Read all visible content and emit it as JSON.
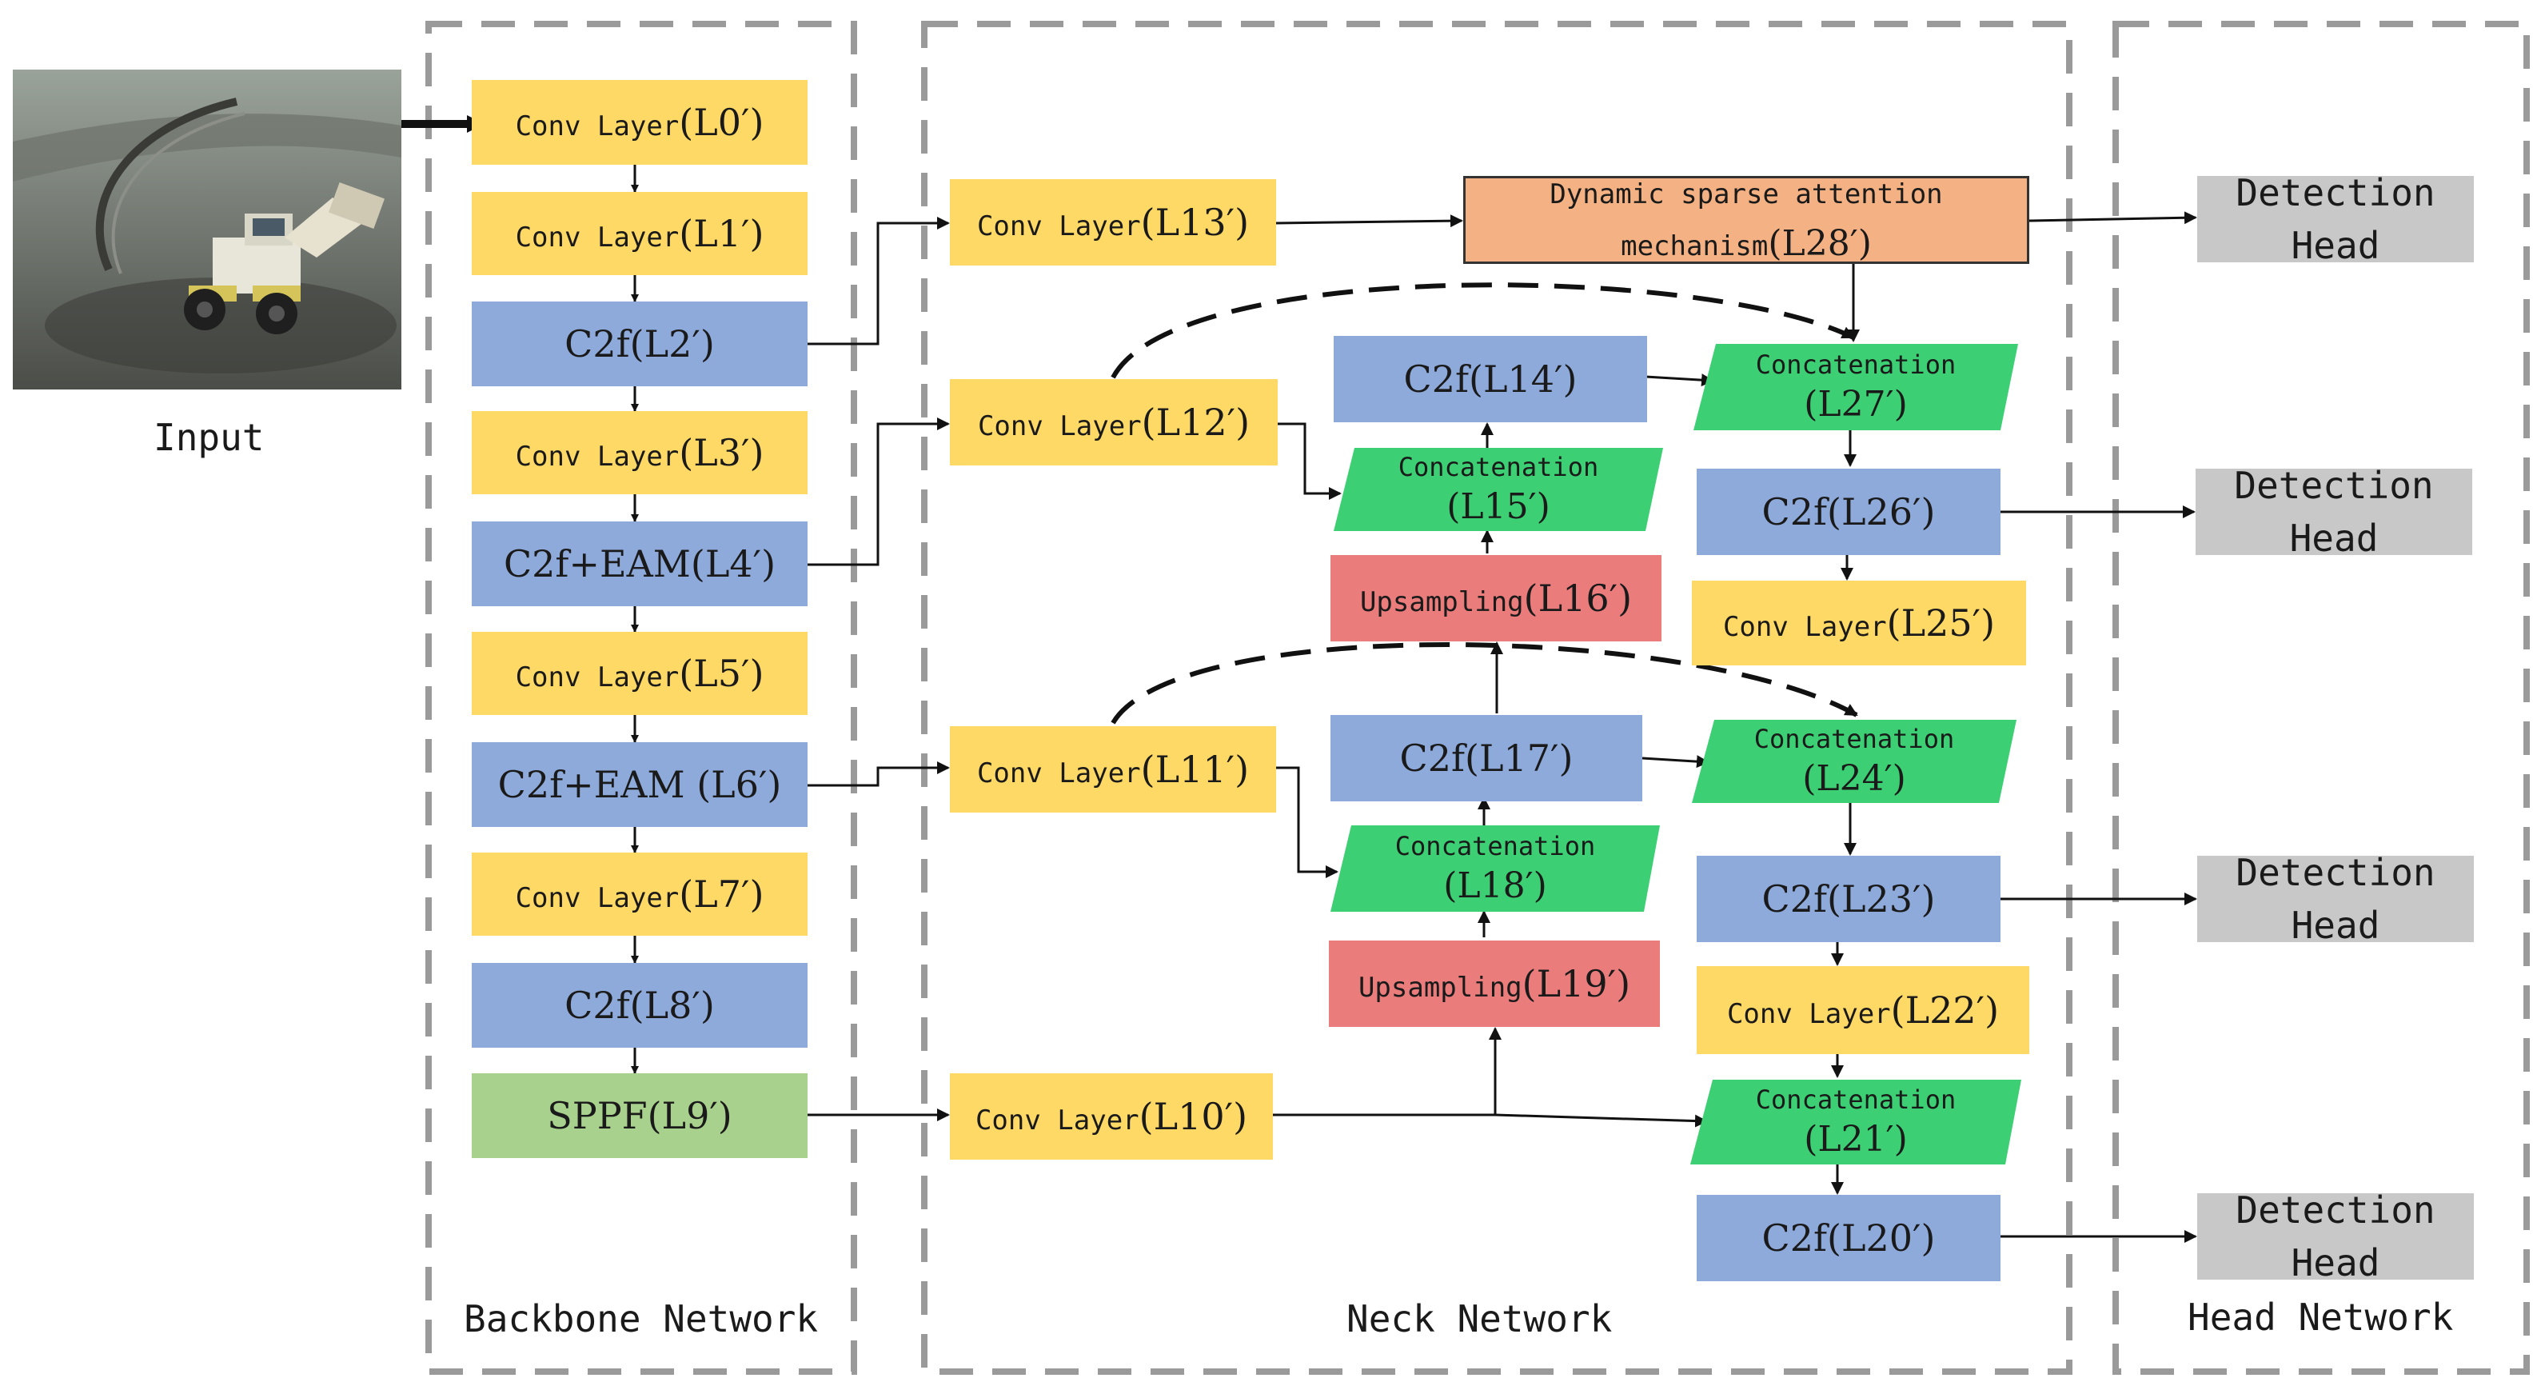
{
  "groups": {
    "backbone": "Backbone Network",
    "neck": "Neck Network",
    "head": "Head Network"
  },
  "input_label": "Input",
  "colors": {
    "conv": "#ffd966",
    "c2f": "#8eaadb",
    "sppf": "#a9d18e",
    "concat": "#3ccf73",
    "upsampling": "#ea7c7c",
    "attention": "#f4b183",
    "detect": "#c8c8c8"
  },
  "blocks": {
    "L0": {
      "type": "Conv Layer",
      "id": "(L0′)"
    },
    "L1": {
      "type": "Conv Layer",
      "id": "(L1′)"
    },
    "L2": {
      "type": "C2f",
      "id": "(L2′)"
    },
    "L3": {
      "type": "Conv Layer",
      "id": "(L3′)"
    },
    "L4": {
      "type": "C2f+EAM",
      "id": "(L4′)"
    },
    "L5": {
      "type": "Conv Layer",
      "id": "(L5′)"
    },
    "L6": {
      "type": "C2f+EAM ",
      "id": "(L6′)"
    },
    "L7": {
      "type": "Conv Layer",
      "id": "(L7′)"
    },
    "L8": {
      "type": "C2f",
      "id": "(L8′)"
    },
    "L9": {
      "type": "SPPF",
      "id": "(L9′)"
    },
    "L10": {
      "type": "Conv Layer",
      "id": "(L10′)"
    },
    "L11": {
      "type": "Conv Layer",
      "id": "(L11′)"
    },
    "L12": {
      "type": "Conv Layer",
      "id": "(L12′)"
    },
    "L13": {
      "type": "Conv Layer",
      "id": "(L13′)"
    },
    "L14": {
      "type": "C2f",
      "id": "(L14′)"
    },
    "L15": {
      "type": "Concatenation",
      "id": "(L15′)"
    },
    "L16": {
      "type": "Upsampling",
      "id": "(L16′)"
    },
    "L17": {
      "type": "C2f",
      "id": "(L17′)"
    },
    "L18": {
      "type": "Concatenation",
      "id": "(L18′)"
    },
    "L19": {
      "type": "Upsampling",
      "id": "(L19′)"
    },
    "L20": {
      "type": "C2f",
      "id": "(L20′)"
    },
    "L21": {
      "type": "Concatenation",
      "id": "(L21′)"
    },
    "L22": {
      "type": "Conv Layer",
      "id": "(L22′)"
    },
    "L23": {
      "type": "C2f",
      "id": "(L23′)"
    },
    "L24": {
      "type": "Concatenation",
      "id": "(L24′)"
    },
    "L25": {
      "type": "Conv Layer",
      "id": "(L25′)"
    },
    "L26": {
      "type": "C2f",
      "id": "(L26′)"
    },
    "L27": {
      "type": "Concatenation",
      "id": "(L27′)"
    },
    "L28": {
      "type": "Dynamic sparse attention mechanism",
      "id": "(L28′)"
    }
  },
  "heads": {
    "h1": "Detection Head",
    "h2": "Detection Head",
    "h3": "Detection Head",
    "h4": "Detection Head"
  }
}
